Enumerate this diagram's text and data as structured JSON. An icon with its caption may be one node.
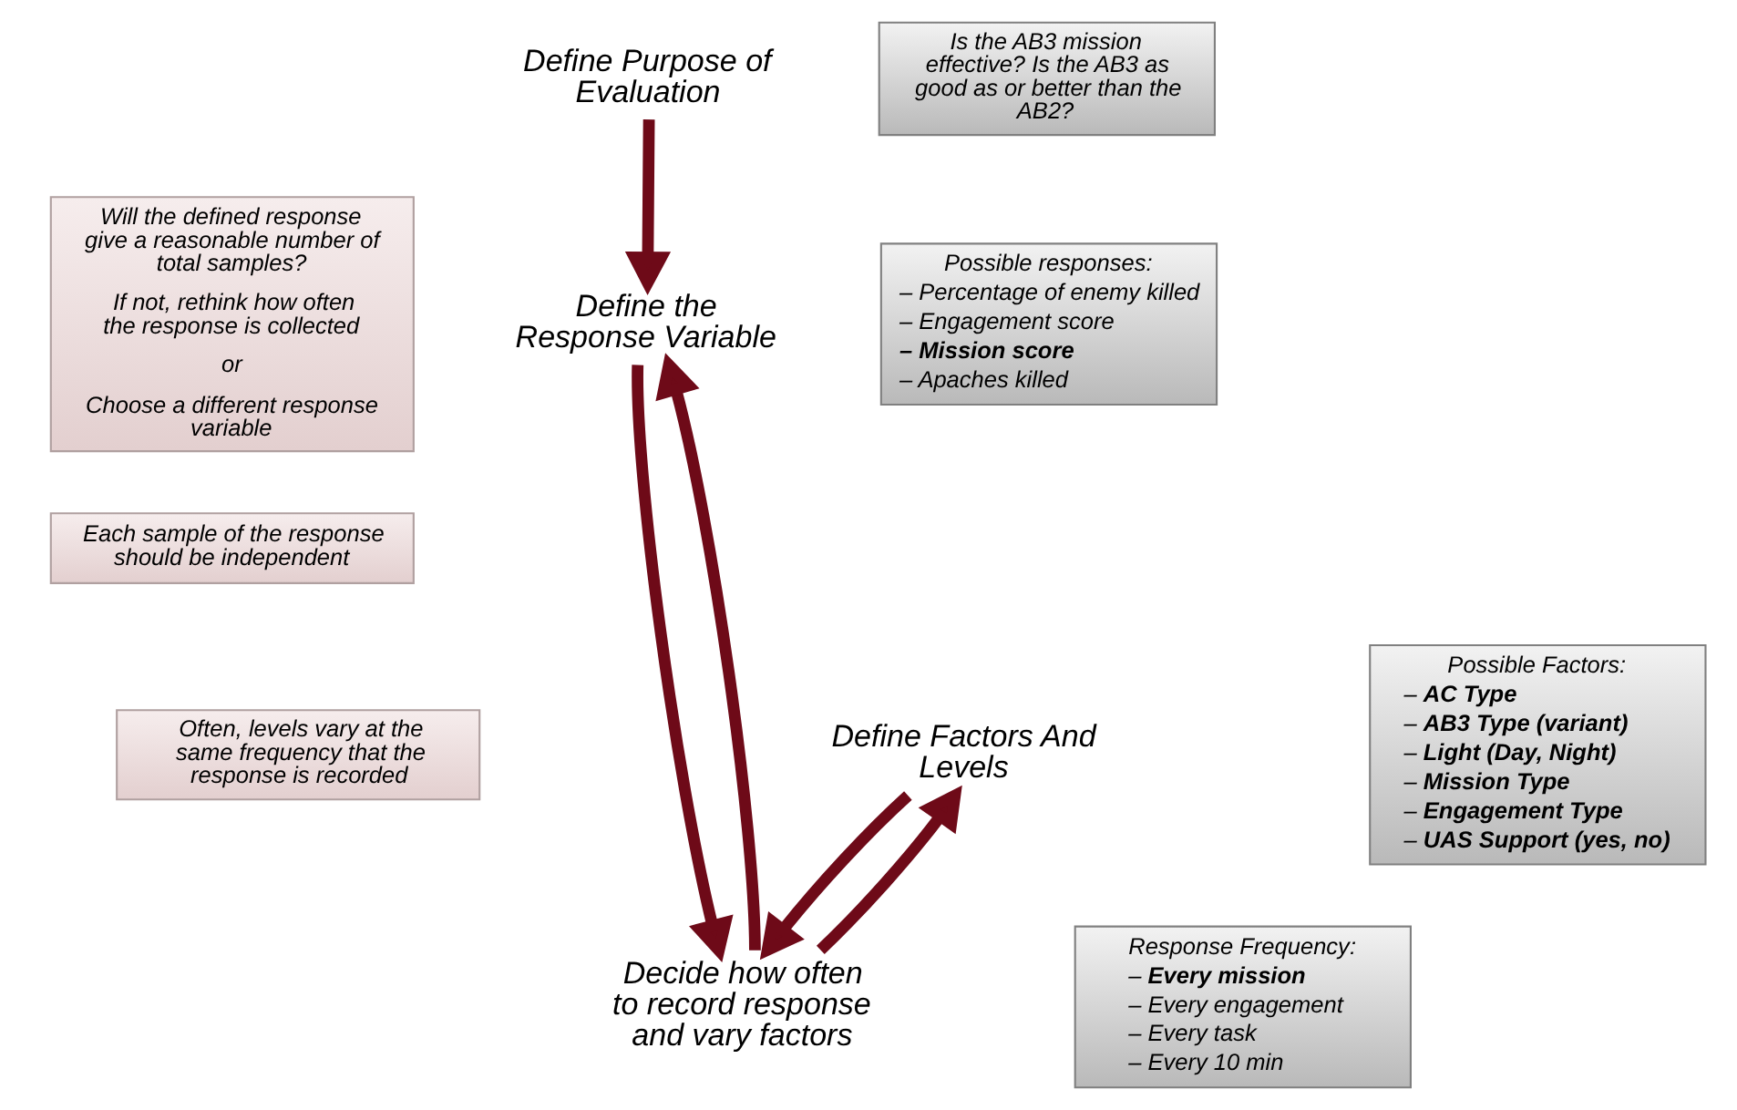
{
  "diagram": {
    "nodes": [
      {
        "text": [
          "Define Purpose of Evaluation"
        ]
      },
      {
        "text": [
          "Is the AB3 mission effective? Is the AB3 as good as or better than the AB2?"
        ]
      },
      {
        "text": [
          "Will the defined response give a reasonable number of total samples?",
          "If not, rethink how often the response is collected",
          "or",
          "Choose a different response variable"
        ]
      },
      {
        "text": [
          "Define the Response Variable"
        ]
      },
      {
        "text": [
          "Possible responses:",
          "– Percentage of enemy killed",
          "– Engagement score",
          "– Mission score",
          "– Apaches killed"
        ]
      },
      {
        "text": [
          "Decide how often to record response and vary factors"
        ]
      },
      {
        "text": [
          "Response Frequency:",
          "– **Every mission**",
          "– Every engagement",
          "– Every task",
          "– Every 10 min"
        ]
      },
      {
        "text": [
          "Each sample of the response should be independent"
        ]
      },
      {
        "text": [
          "Often, levels vary at the same frequency that the response is recorded"
        ]
      },
      {
        "text": [
          "Define Factors And Levels"
        ]
      },
      {
        "text": [
          "Possible Factors:",
          "– **AC Type**",
          "– **AB3 Type (variant)**",
          "– **Light (Day, Night)**",
          "– **Mission Type**",
          "– **Engagement Type**",
          "– **UAS Support (yes, no)**"
        ]
      }
    ],
    "edges": [
      {
        "from": 0,
        "to": 3,
        "arrow": "to"
      },
      {
        "from": 3,
        "to": 5,
        "arrow": "to"
      },
      {
        "from": 5,
        "to": 3,
        "arrow": "to"
      },
      {
        "from": 5,
        "to": 9,
        "arrow": "to"
      },
      {
        "from": 9,
        "to": 5,
        "arrow": "to"
      }
    ]
  }
}
